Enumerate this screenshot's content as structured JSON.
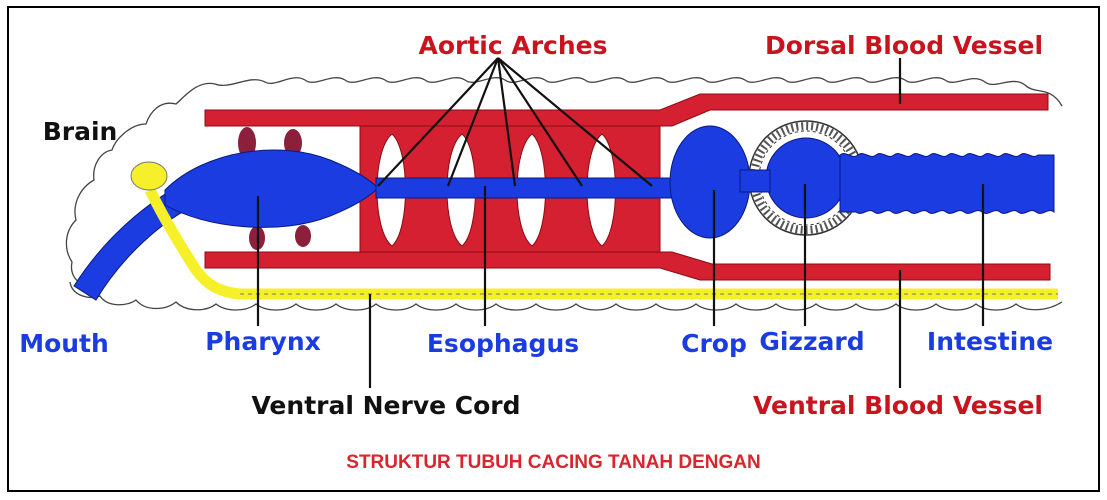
{
  "labels": {
    "aortic_arches": "Aortic Arches",
    "dorsal_blood_vessel": "Dorsal Blood Vessel",
    "brain": "Brain",
    "mouth": "Mouth",
    "pharynx": "Pharynx",
    "esophagus": "Esophagus",
    "crop": "Crop",
    "gizzard": "Gizzard",
    "intestine": "Intestine",
    "ventral_nerve_cord": "Ventral Nerve Cord",
    "ventral_blood_vessel": "Ventral Blood Vessel"
  },
  "caption": "STRUKTUR TUBUH CACING TANAH DENGAN",
  "colors": {
    "blood_vessel": "#d42030",
    "digestive_tract": "#1a3ce0",
    "nerve": "#f5f02a",
    "label_red": "#c8141e",
    "label_blue": "#1a3ce0"
  }
}
